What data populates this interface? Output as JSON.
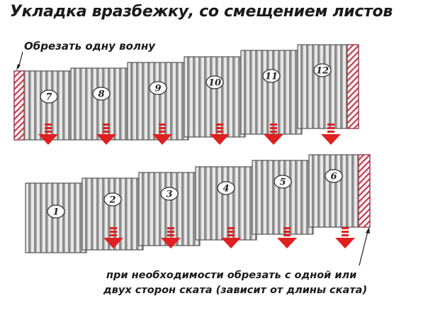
{
  "title": "Укладка вразбежку, со смещением листов",
  "cut_label": "Обрезать одну волну",
  "note": {
    "line1": "при необходимости обрезать с одной или",
    "line2": "двух сторон ската (зависит от длины ската)"
  },
  "sheets": [
    {
      "number": "7",
      "row": "top",
      "position": 1,
      "cut": "left"
    },
    {
      "number": "8",
      "row": "top",
      "position": 2
    },
    {
      "number": "9",
      "row": "top",
      "position": 3
    },
    {
      "number": "10",
      "row": "top",
      "position": 4
    },
    {
      "number": "11",
      "row": "top",
      "position": 5
    },
    {
      "number": "12",
      "row": "top",
      "position": 6,
      "cut": "right"
    },
    {
      "number": "1",
      "row": "bottom",
      "position": 1
    },
    {
      "number": "2",
      "row": "bottom",
      "position": 2
    },
    {
      "number": "3",
      "row": "bottom",
      "position": 3
    },
    {
      "number": "4",
      "row": "bottom",
      "position": 4
    },
    {
      "number": "5",
      "row": "bottom",
      "position": 5
    },
    {
      "number": "6",
      "row": "bottom",
      "position": 6,
      "cut": "right"
    }
  ],
  "icons": [
    "down-arrow-icon"
  ],
  "colors": {
    "arrow": "#e02020",
    "hatch": "#c8475a",
    "stripe_dark": "#8f8f8f",
    "stripe_light": "#e6e6e6",
    "text": "#1a1a1a"
  }
}
